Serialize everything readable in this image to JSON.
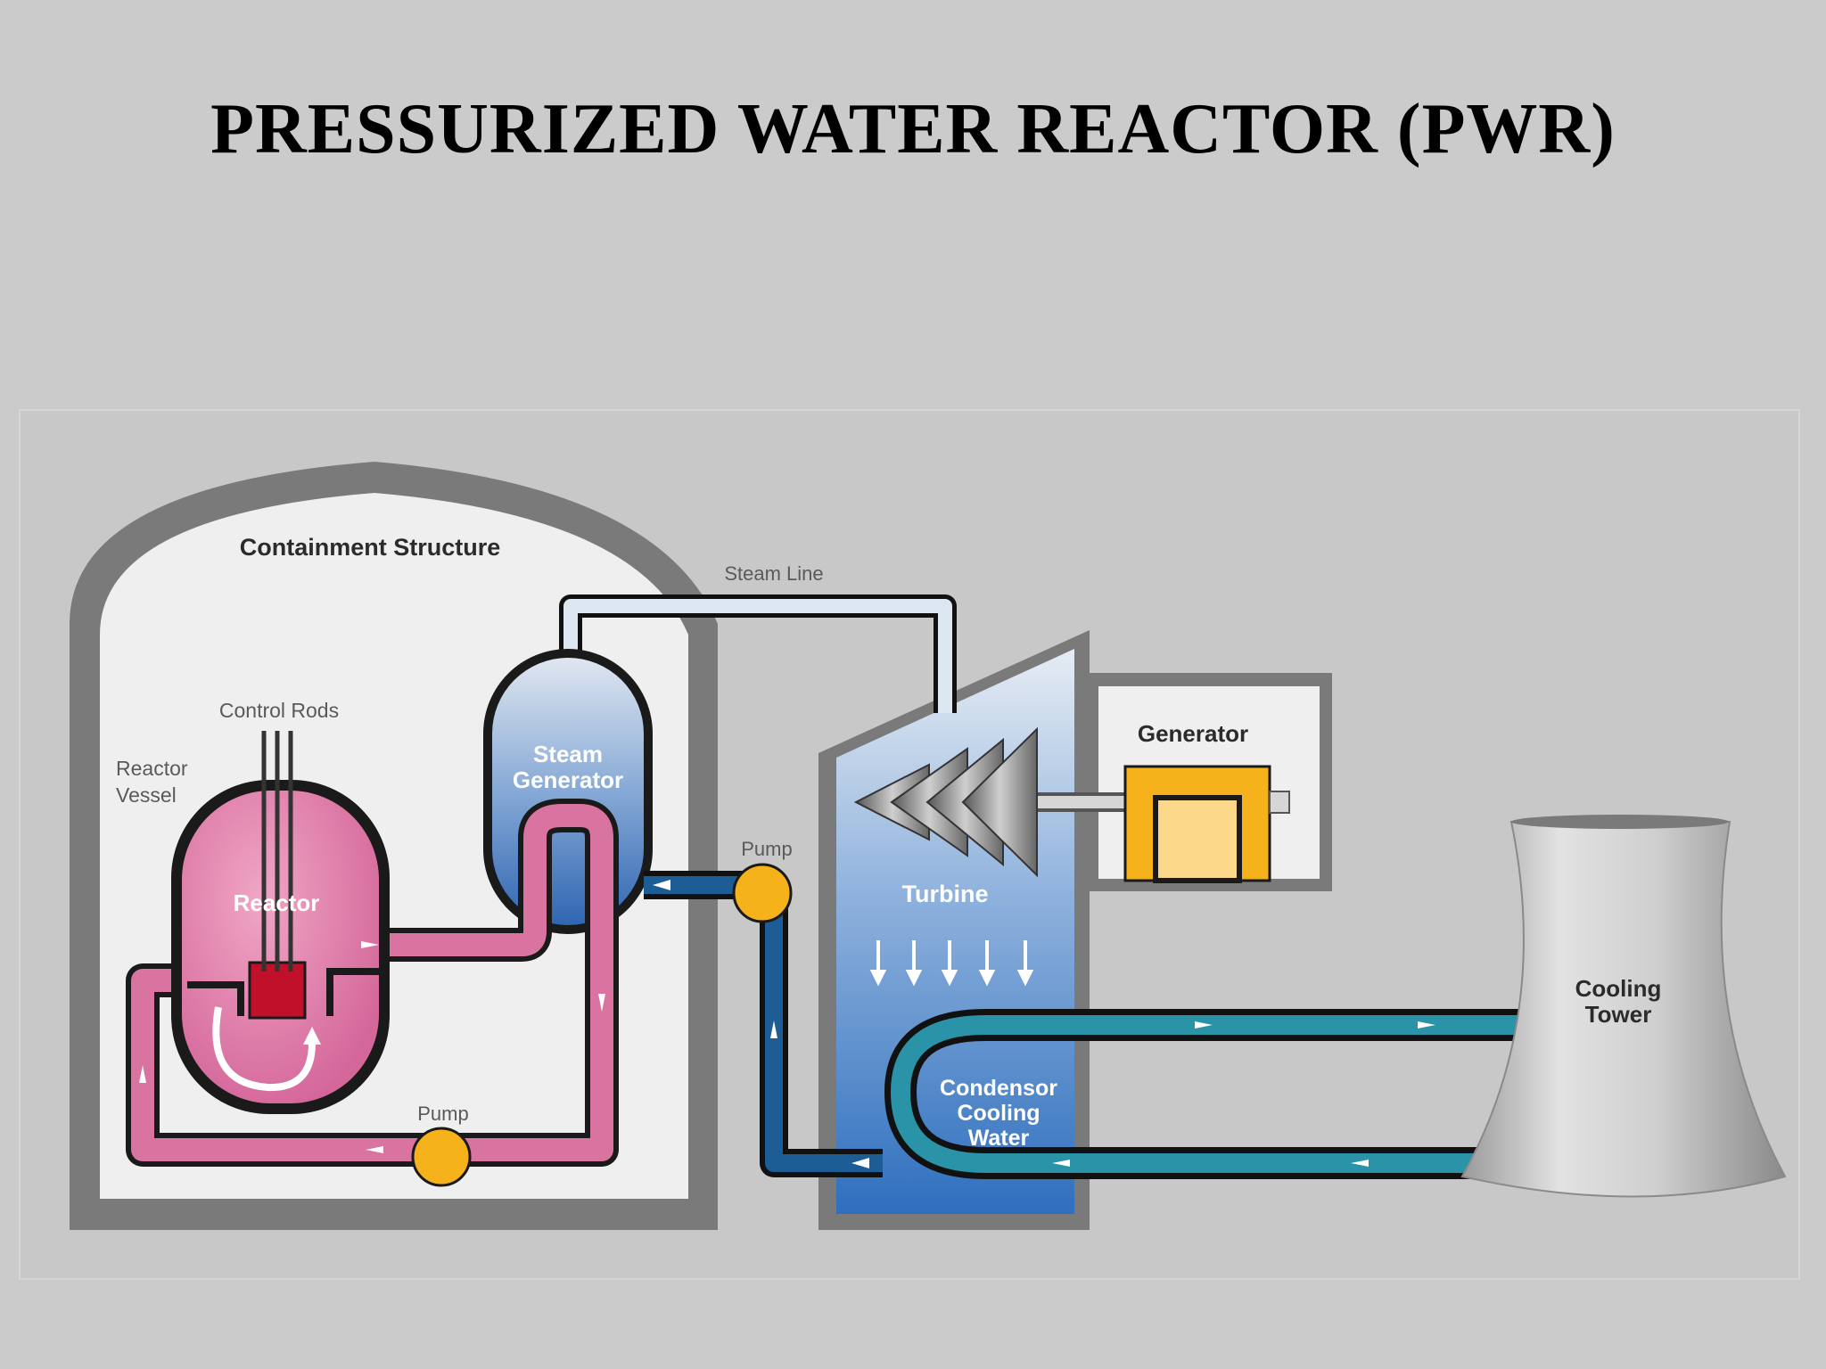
{
  "title": "PRESSURIZED WATER REACTOR (PWR)",
  "labels": {
    "containment": "Containment Structure",
    "steam_line": "Steam Line",
    "control_rods": "Control Rods",
    "reactor_vessel_1": "Reactor",
    "reactor_vessel_2": "Vessel",
    "reactor": "Reactor",
    "steam_generator_1": "Steam",
    "steam_generator_2": "Generator",
    "pump_primary": "Pump",
    "pump_secondary": "Pump",
    "generator": "Generator",
    "turbine": "Turbine",
    "condenser_1": "Condensor",
    "condenser_2": "Cooling",
    "condenser_3": "Water",
    "cooling_tower_1": "Cooling",
    "cooling_tower_2": "Tower"
  },
  "colors": {
    "background": "#cbcbcb",
    "containment_wall": "#7a7a7a",
    "containment_interior": "#efefef",
    "primary_loop": "#d9739f",
    "reactor_vessel": "#d9739f",
    "reactor_core": "#c0102a",
    "secondary_loop": "#1c5d96",
    "cooling_loop": "#2a93a8",
    "turbine_hall": "#5a93d0",
    "generator_body": "#f5b21b",
    "pump": "#f5b21b"
  }
}
